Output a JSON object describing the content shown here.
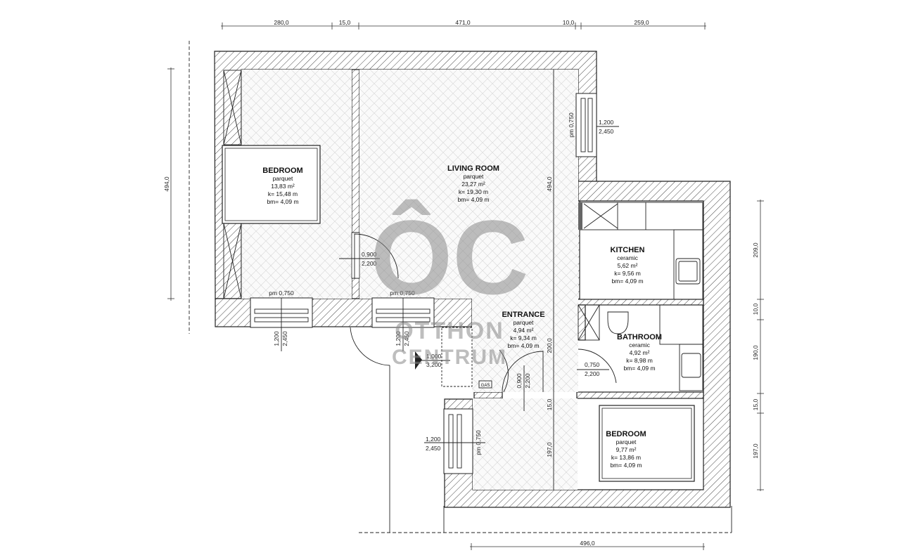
{
  "top_dimensions": [
    "280,0",
    "15,0",
    "471,0",
    "10,0",
    "259,0"
  ],
  "bottom_dimension": "496,0",
  "left_dimension": "494,0",
  "right_dimensions": [
    "209,0",
    "10,0",
    "190,0",
    "15,0",
    "197,0"
  ],
  "interior_dimensions": {
    "living_vertical": "494,0",
    "entrance_vertical": "200,0",
    "bottom_wall": "15,0",
    "bedroom2_vertical": "197,0"
  },
  "rooms": {
    "bedroom1": {
      "name": "BEDROOM",
      "floor": "parquet",
      "area": "13,83 m²",
      "k": "k= 15,48 m",
      "bm": "bm= 4,09 m"
    },
    "living": {
      "name": "LIVING ROOM",
      "floor": "parquet",
      "area": "23,27 m²",
      "k": "k= 19,30 m",
      "bm": "bm= 4,09 m"
    },
    "kitchen": {
      "name": "KITCHEN",
      "floor": "ceramic",
      "area": "5,62 m²",
      "k": "k= 9,56 m",
      "bm": "bm= 4,09 m"
    },
    "entrance": {
      "name": "ENTRANCE",
      "floor": "parquet",
      "area": "4,94 m²",
      "k": "k= 9,34 m",
      "bm": "bm= 4,09 m"
    },
    "bathroom": {
      "name": "BATHROOM",
      "floor": "ceramic",
      "area": "4,92 m²",
      "k": "k= 8,98 m",
      "bm": "bm= 4,09 m"
    },
    "bedroom2": {
      "name": "BEDROOM",
      "floor": "parquet",
      "area": "9,77 m²",
      "k": "k= 13,86 m",
      "bm": "bm= 4,09 m"
    }
  },
  "openings": {
    "win_living_right": {
      "pm": "pm 0,750",
      "w": "1,200",
      "h": "2,450"
    },
    "win_bed1_bottom": {
      "pm": "pm 0,750",
      "w": "1,200",
      "h": "2,450"
    },
    "win_living_bottom": {
      "pm": "pm 0,750",
      "w": "1,200",
      "h": "2,450"
    },
    "win_bed2_left": {
      "pm": "pm 0,750",
      "w": "1,200",
      "h": "2,450"
    },
    "door_living": {
      "w": "0,900",
      "h": "2,200"
    },
    "door_entry": {
      "w": "1,000",
      "h": "3,200"
    },
    "door_bed2": {
      "w": "0,900",
      "h": "2,200"
    },
    "door_bath": {
      "w": "0,750",
      "h": "2,200"
    }
  },
  "gas_label": "GAS",
  "watermark": {
    "logo": "ÔC",
    "line1": "OTTHON",
    "line2": "CENTRUM"
  }
}
